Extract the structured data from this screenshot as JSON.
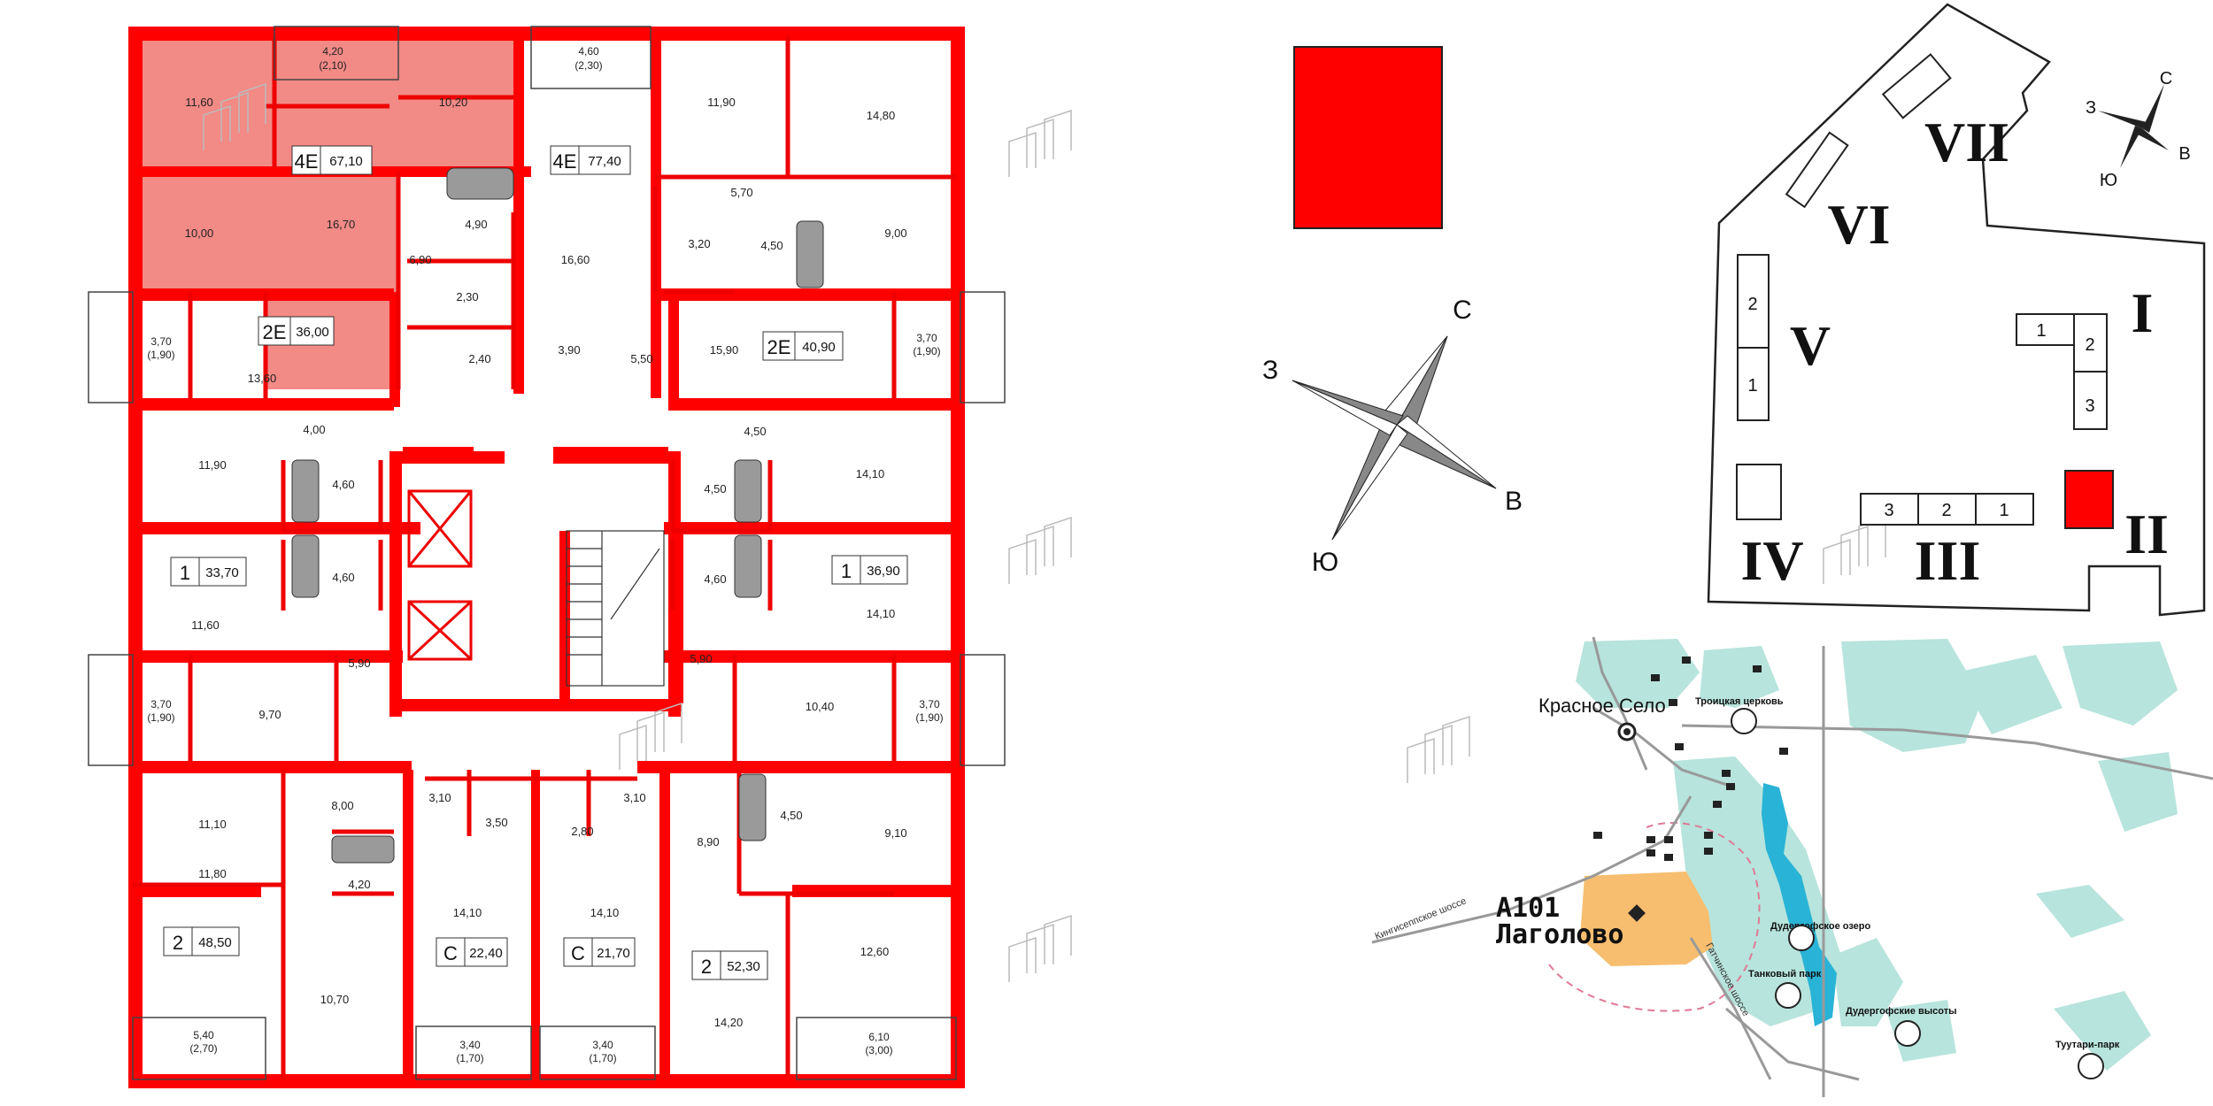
{
  "floor_plan": {
    "apartments": [
      {
        "type": "4Е",
        "area": "67,10",
        "selected": true
      },
      {
        "type": "4Е",
        "area": "77,40"
      },
      {
        "type": "2Е",
        "area": "36,00"
      },
      {
        "type": "2Е",
        "area": "40,90"
      },
      {
        "type": "1",
        "area": "33,70"
      },
      {
        "type": "1",
        "area": "36,90"
      },
      {
        "type": "2",
        "area": "48,50"
      },
      {
        "type": "2",
        "area": "52,30"
      },
      {
        "type": "С",
        "area": "22,40"
      },
      {
        "type": "С",
        "area": "21,70"
      }
    ],
    "rooms": [
      {
        "label": "11,60"
      },
      {
        "label": "4,20"
      },
      {
        "label": "(2,10)"
      },
      {
        "label": "10,20"
      },
      {
        "label": "4,60"
      },
      {
        "label": "(2,30)"
      },
      {
        "label": "11,90"
      },
      {
        "label": "14,80"
      },
      {
        "label": "10,00"
      },
      {
        "label": "16,70"
      },
      {
        "label": "6,90"
      },
      {
        "label": "4,90"
      },
      {
        "label": "2,30"
      },
      {
        "label": "2,40"
      },
      {
        "label": "16,60"
      },
      {
        "label": "3,90"
      },
      {
        "label": "5,70"
      },
      {
        "label": "3,20"
      },
      {
        "label": "4,50"
      },
      {
        "label": "9,00"
      },
      {
        "label": "5,50"
      },
      {
        "label": "15,90"
      },
      {
        "label": "3,70"
      },
      {
        "label": "(1,90)"
      },
      {
        "label": "13,60"
      },
      {
        "label": "3,70"
      },
      {
        "label": "(1,90)"
      },
      {
        "label": "4,00"
      },
      {
        "label": "4,50"
      },
      {
        "label": "11,90"
      },
      {
        "label": "4,60"
      },
      {
        "label": "4,50"
      },
      {
        "label": "14,10"
      },
      {
        "label": "4,60"
      },
      {
        "label": "4,60"
      },
      {
        "label": "11,60"
      },
      {
        "label": "14,10"
      },
      {
        "label": "5,90"
      },
      {
        "label": "5,90"
      },
      {
        "label": "3,70"
      },
      {
        "label": "(1,90)"
      },
      {
        "label": "9,70"
      },
      {
        "label": "10,40"
      },
      {
        "label": "3,70"
      },
      {
        "label": "(1,90)"
      },
      {
        "label": "11,10"
      },
      {
        "label": "8,00"
      },
      {
        "label": "3,10"
      },
      {
        "label": "3,50"
      },
      {
        "label": "2,80"
      },
      {
        "label": "3,10"
      },
      {
        "label": "8,90"
      },
      {
        "label": "4,50"
      },
      {
        "label": "9,10"
      },
      {
        "label": "4,20"
      },
      {
        "label": "11,80"
      },
      {
        "label": "14,10"
      },
      {
        "label": "14,10"
      },
      {
        "label": "12,60"
      },
      {
        "label": "10,70"
      },
      {
        "label": "14,20"
      },
      {
        "label": "5,40"
      },
      {
        "label": "(2,70)"
      },
      {
        "label": "3,40"
      },
      {
        "label": "(1,70)"
      },
      {
        "label": "3,40"
      },
      {
        "label": "(1,70)"
      },
      {
        "label": "6,10"
      },
      {
        "label": "(3,00)"
      }
    ]
  },
  "compass": {
    "n": "С",
    "s": "Ю",
    "w": "З",
    "e": "В"
  },
  "site_plan": {
    "sections": [
      "I",
      "II",
      "III",
      "IV",
      "V",
      "VI",
      "VII"
    ],
    "section_numbers": [
      "2",
      "1",
      "1",
      "2",
      "3",
      "3",
      "2",
      "1"
    ],
    "mini_compass": {
      "n": "С",
      "s": "Ю",
      "w": "З",
      "e": "В"
    }
  },
  "map": {
    "city": "Красное Село",
    "project_line1": "А101",
    "project_line2": "Лаголово",
    "places": [
      "Троицкая церковь",
      "Дудергофское озеро",
      "Танковый парк",
      "Дудергофские высоты",
      "Туутари-парк"
    ],
    "roads": [
      "Кингисеппское шоссе",
      "Гатчинское шоссе"
    ]
  },
  "colors": {
    "selected": "#f28a86",
    "wall": "#ff0000",
    "park": "#b7e4dc",
    "water": "#29b3d6",
    "project": "#f7be6f"
  }
}
